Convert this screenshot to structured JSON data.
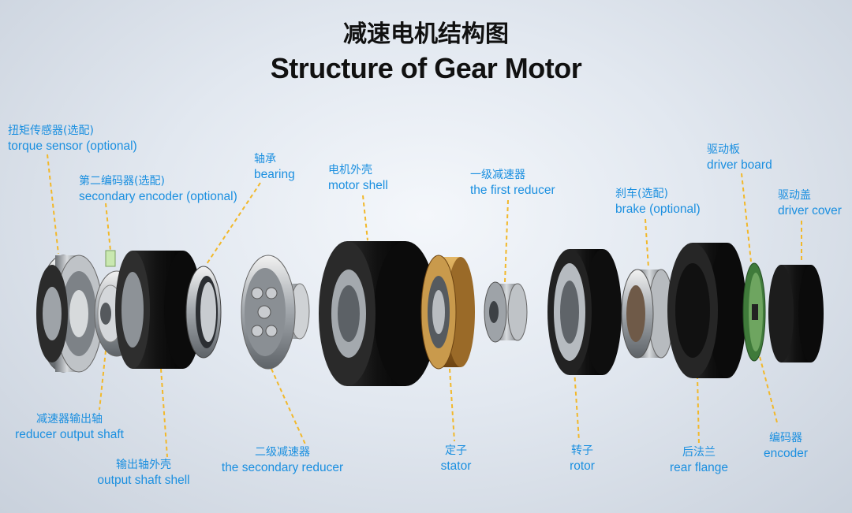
{
  "title": {
    "cn": "减速电机结构图",
    "en": "Structure of Gear Motor"
  },
  "colors": {
    "label": "#1a8fe0",
    "leader": "#f2b82a",
    "title": "#111111"
  },
  "components": {
    "torque_sensor": {
      "cn": "扭矩传感器(选配)",
      "en": "torque sensor (optional)"
    },
    "secondary_encoder": {
      "cn": "第二编码器(选配)",
      "en": "secondary encoder (optional)"
    },
    "bearing": {
      "cn": "轴承",
      "en": "bearing"
    },
    "motor_shell": {
      "cn": "电机外壳",
      "en": "motor shell"
    },
    "first_reducer": {
      "cn": "一级减速器",
      "en": "the first reducer"
    },
    "brake": {
      "cn": "刹车(选配)",
      "en": "brake (optional)"
    },
    "driver_board": {
      "cn": "驱动板",
      "en": "driver board"
    },
    "driver_cover": {
      "cn": "驱动盖",
      "en": "driver cover"
    },
    "reducer_output_shaft": {
      "cn": "减速器输出轴",
      "en": "reducer output shaft"
    },
    "output_shaft_shell": {
      "cn": "输出轴外壳",
      "en": "output shaft shell"
    },
    "secondary_reducer": {
      "cn": "二级减速器",
      "en": "the secondary reducer"
    },
    "stator": {
      "cn": "定子",
      "en": "stator"
    },
    "rotor": {
      "cn": "转子",
      "en": "rotor"
    },
    "rear_flange": {
      "cn": "后法兰",
      "en": "rear flange"
    },
    "encoder": {
      "cn": "编码器",
      "en": "encoder"
    }
  }
}
